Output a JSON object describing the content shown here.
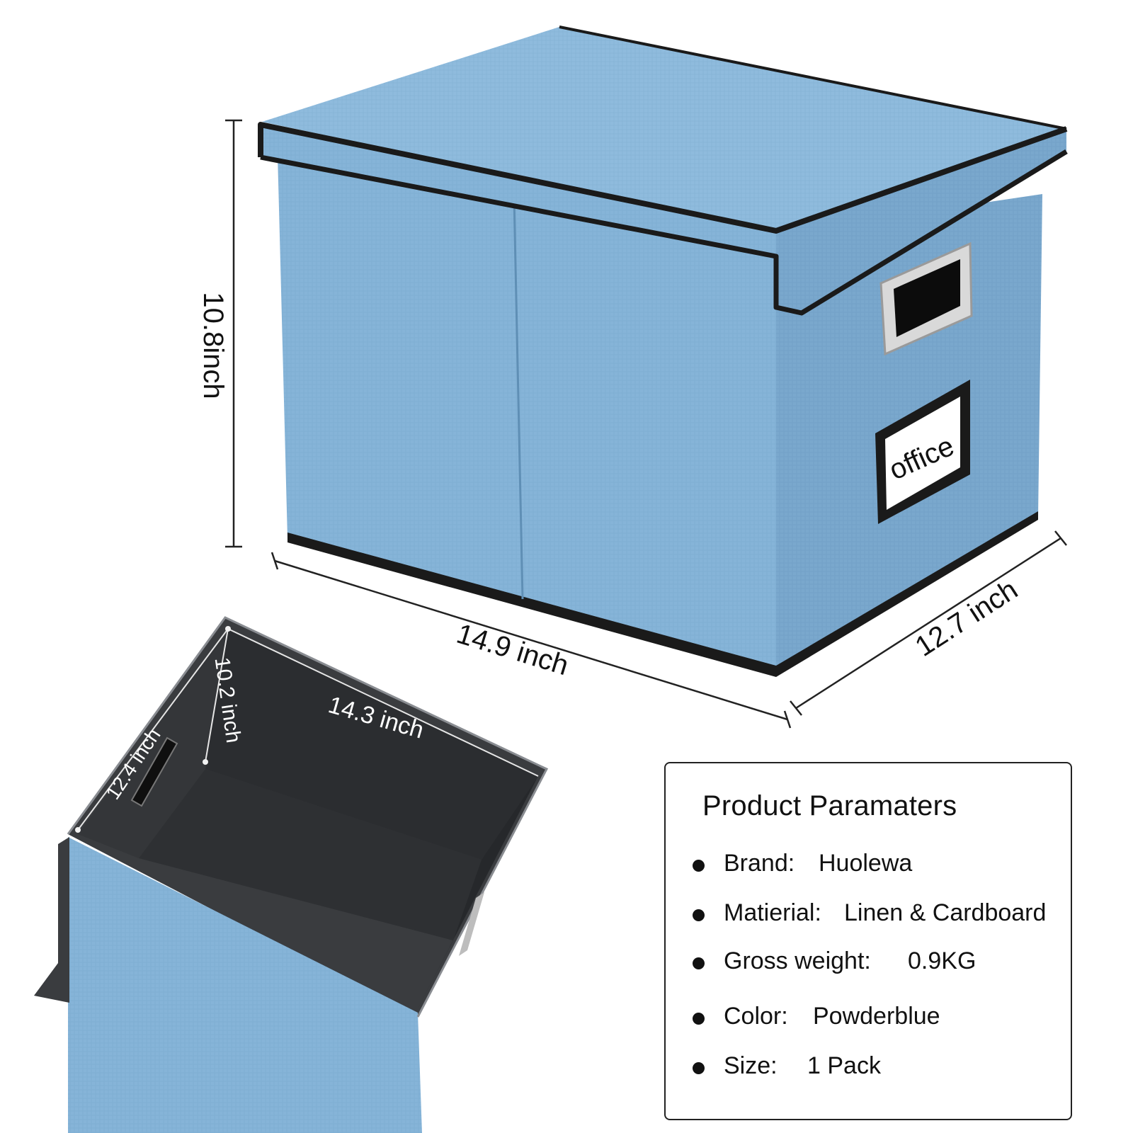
{
  "colors": {
    "box_blue": "#86b4d8",
    "box_blue_dark": "#6d9dc4",
    "interior_dark": "#2e3033",
    "trim_black": "#1a1a1a"
  },
  "dimensions": {
    "height": "10.8inch",
    "length": "14.9 inch",
    "width": "12.7 inch",
    "inner_height": "10.2 inch",
    "inner_length": "14.3 inch",
    "inner_width": "12.4 inch"
  },
  "label_card": {
    "text": "office"
  },
  "params": {
    "title": "Product Paramaters",
    "items": [
      {
        "label": "Brand:",
        "value": "Huolewa"
      },
      {
        "label": "Matierial:",
        "value": "Linen & Cardboard"
      },
      {
        "label": "Gross weight:",
        "value": "0.9KG"
      },
      {
        "label": "Color:",
        "value": "Powderblue"
      },
      {
        "label": "Size:",
        "value": "1 Pack"
      }
    ]
  },
  "icons": [
    "bullet-icon",
    "handle-slot-icon",
    "label-holder-icon"
  ]
}
